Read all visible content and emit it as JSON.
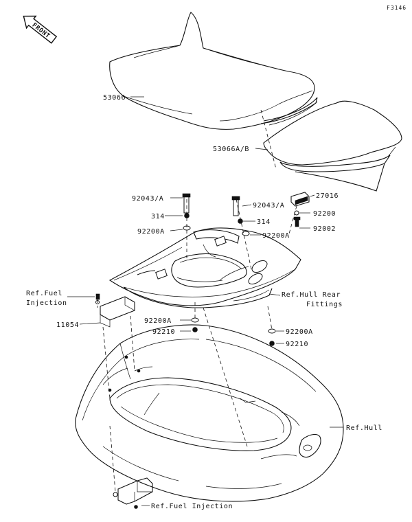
{
  "diagram_code": "F3146",
  "front_label": "FRONT",
  "labels": {
    "p53066": "53066",
    "p53066ab": "53066A/B",
    "p27016": "27016",
    "p92043a_left": "92043/A",
    "p92043a_right": "92043/A",
    "p314_left": "314",
    "p314_right": "314",
    "p92200": "92200",
    "p92200a_left": "92200A",
    "p92200a_right": "92200A",
    "p92002": "92002",
    "ref_fuel_injection_top_line1": "Ref.Fuel",
    "ref_fuel_injection_top_line2": "Injection",
    "ref_hull_rear_line1": "Ref.Hull Rear",
    "ref_hull_rear_line2": "Fittings",
    "p11054": "11054",
    "p92200a_mid": "92200A",
    "p92210_mid": "92210",
    "p92200a_low": "92200A",
    "p92210_low": "92210",
    "ref_hull": "Ref.Hull",
    "ref_fuel_injection_bottom": "Ref.Fuel Injection"
  }
}
